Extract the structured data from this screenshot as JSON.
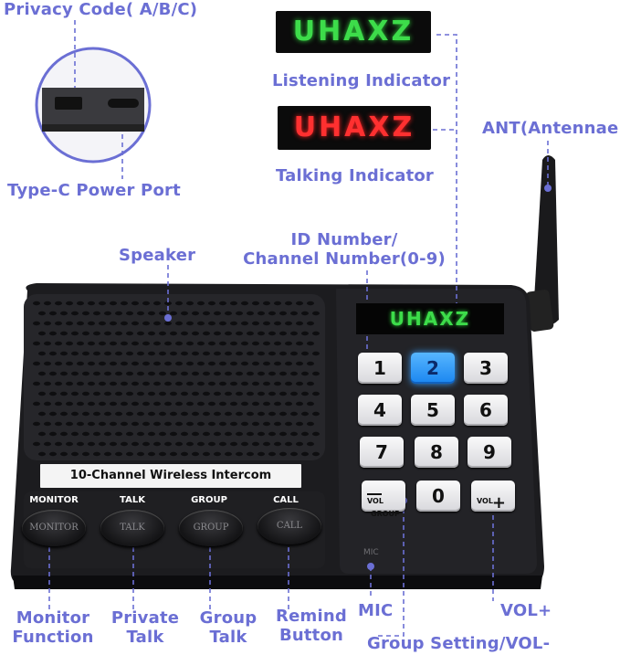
{
  "labels": {
    "privacy_code": "Privacy Code( A/B/C)",
    "type_c": "Type-C Power Port",
    "listening": "Listening Indicator",
    "talking": "Talking Indicator",
    "antenna": "ANT(Antennae)",
    "speaker": "Speaker",
    "id_number_line1": "ID Number/",
    "id_number_line2": "Channel Number(0-9)",
    "monitor_line1": "Monitor",
    "monitor_line2": "Function",
    "private_line1": "Private",
    "private_line2": "Talk",
    "group_line1": "Group",
    "group_line2": "Talk",
    "remind_line1": "Remind",
    "remind_line2": "Button",
    "mic": "MIC",
    "vol_plus": "VOL+",
    "group_setting": "Group Setting/VOL-"
  },
  "indicators": {
    "listening_text": "UHAXZ",
    "talking_text": "UHAXZ",
    "device_display": "UHAXZ"
  },
  "device": {
    "strip_text": "10-Channel Wireless Intercom",
    "button_captions": [
      "MONITOR",
      "TALK",
      "GROUP",
      "CALL"
    ],
    "button_faces": [
      "MONITOR",
      "TALK",
      "GROUP",
      "CALL"
    ],
    "keys": [
      "1",
      "2",
      "3",
      "4",
      "5",
      "6",
      "7",
      "8",
      "9",
      "0"
    ],
    "vol_minus_top": "VOL",
    "vol_minus_bottom": "GROUP",
    "vol_plus_top": "VOL",
    "vol_plus_sign": "+",
    "mic_label": "MIC",
    "active_key": "2"
  },
  "colors": {
    "label": "#6b6fd4",
    "green_led": "#3ddc4a",
    "red_led": "#ff3030",
    "key_active": "#1a86f0"
  }
}
